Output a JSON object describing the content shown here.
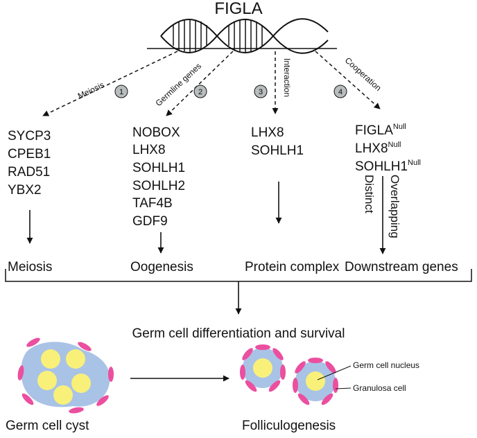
{
  "title": "FIGLA",
  "pathways": [
    {
      "number": "1",
      "label": "Meiosis",
      "genes": [
        "SYCP3",
        "CPEB1",
        "RAD51",
        "YBX2"
      ],
      "outcome": "Meiosis"
    },
    {
      "number": "2",
      "label": "Germline genes",
      "genes": [
        "NOBOX",
        "LHX8",
        "SOHLH1",
        "SOHLH2",
        "TAF4B",
        "GDF9"
      ],
      "outcome": "Oogenesis"
    },
    {
      "number": "3",
      "label": "Interaction",
      "genes": [
        "LHX8",
        "SOHLH1"
      ],
      "outcome": "Protein complex"
    },
    {
      "number": "4",
      "label": "Cooperation",
      "genes": [
        {
          "name": "FIGLA",
          "sup": "Null"
        },
        {
          "name": "LHX8",
          "sup": "Null"
        },
        {
          "name": "SOHLH1",
          "sup": "Null"
        }
      ],
      "side_labels": [
        "Distinct",
        "Overlapping"
      ],
      "outcome": "Downstream genes"
    }
  ],
  "summary": "Germ cell differentiation and survival",
  "bottom": {
    "left_label": "Germ cell cyst",
    "right_label": "Folliculogenesis",
    "legend": [
      "Germ cell nucleus",
      "Granulosa cell"
    ]
  },
  "colors": {
    "cytoplasm": "#a9c3e6",
    "nucleus": "#f9f07a",
    "granulosa": "#ec4f9f",
    "circle_badge": "#b8bdbd",
    "line": "#111111"
  }
}
